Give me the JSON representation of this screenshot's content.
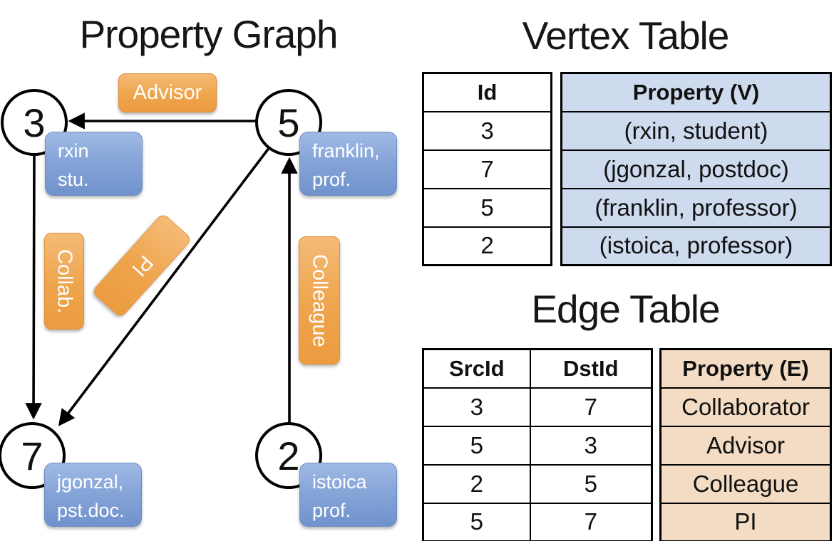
{
  "titles": {
    "graph": "Property Graph",
    "vertex": "Vertex Table",
    "edge": "Edge Table"
  },
  "graph": {
    "nodes": [
      {
        "id": "3",
        "label_line1": "rxin",
        "label_line2": "stu."
      },
      {
        "id": "5",
        "label_line1": "franklin,",
        "label_line2": "prof."
      },
      {
        "id": "7",
        "label_line1": "jgonzal,",
        "label_line2": "pst.doc."
      },
      {
        "id": "2",
        "label_line1": "istoica",
        "label_line2": "prof."
      }
    ],
    "edge_labels": {
      "advisor": "Advisor",
      "collab": "Collab.",
      "pi": "PI",
      "colleague": "Colleague"
    }
  },
  "vertex_table": {
    "headers": {
      "id": "Id",
      "property": "Property (V)"
    },
    "rows": [
      {
        "id": "3",
        "property": "(rxin, student)"
      },
      {
        "id": "7",
        "property": "(jgonzal, postdoc)"
      },
      {
        "id": "5",
        "property": "(franklin, professor)"
      },
      {
        "id": "2",
        "property": "(istoica, professor)"
      }
    ]
  },
  "edge_table": {
    "headers": {
      "src": "SrcId",
      "dst": "DstId",
      "property": "Property (E)"
    },
    "rows": [
      {
        "src": "3",
        "dst": "7",
        "property": "Collaborator"
      },
      {
        "src": "5",
        "dst": "3",
        "property": "Advisor"
      },
      {
        "src": "2",
        "dst": "5",
        "property": "Colleague"
      },
      {
        "src": "5",
        "dst": "7",
        "property": "PI"
      }
    ]
  },
  "colors": {
    "edge_label_orange": "#ec9c3f",
    "vertex_label_blue": "#7092cc",
    "vertex_cell_blue": "#cedaee",
    "edge_cell_peach": "#f3dcc3",
    "line_black": "#000000"
  }
}
